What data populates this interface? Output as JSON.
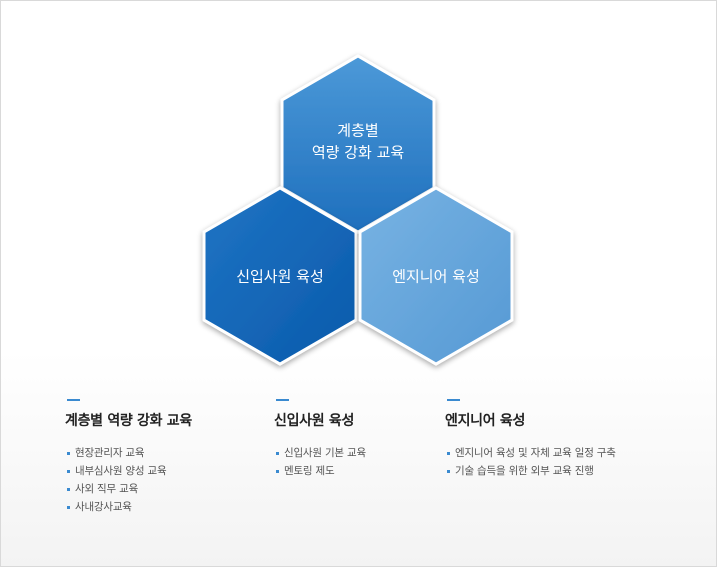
{
  "hexagons": {
    "top": {
      "lines": [
        "계층별",
        "역량 강화 교육"
      ],
      "color_light": "#4c99d8",
      "color_dark": "#1e6fbd"
    },
    "left": {
      "lines": [
        "신입사원 육성"
      ],
      "color_light": "#1f74c4",
      "color_dark": "#0a5aab"
    },
    "right": {
      "lines": [
        "엔지니어 육성"
      ],
      "color_light": "#78b3e3",
      "color_dark": "#5599d4"
    }
  },
  "columns": [
    {
      "title": "계층별 역량 강화 교육",
      "items": [
        "현장관리자 교육",
        "내부심사원 양성 교육",
        "사외 직무 교육",
        "사내강사교육"
      ]
    },
    {
      "title": "신입사원 육성",
      "items": [
        "신입사원 기본 교육",
        "멘토링 제도"
      ]
    },
    {
      "title": "엔지니어 육성",
      "items": [
        "엔지니어 육성 및 자체 교육 일정 구축",
        "기술 습득을 위한 외부 교육 진행"
      ]
    }
  ],
  "accent_color": "#3a8ad0"
}
